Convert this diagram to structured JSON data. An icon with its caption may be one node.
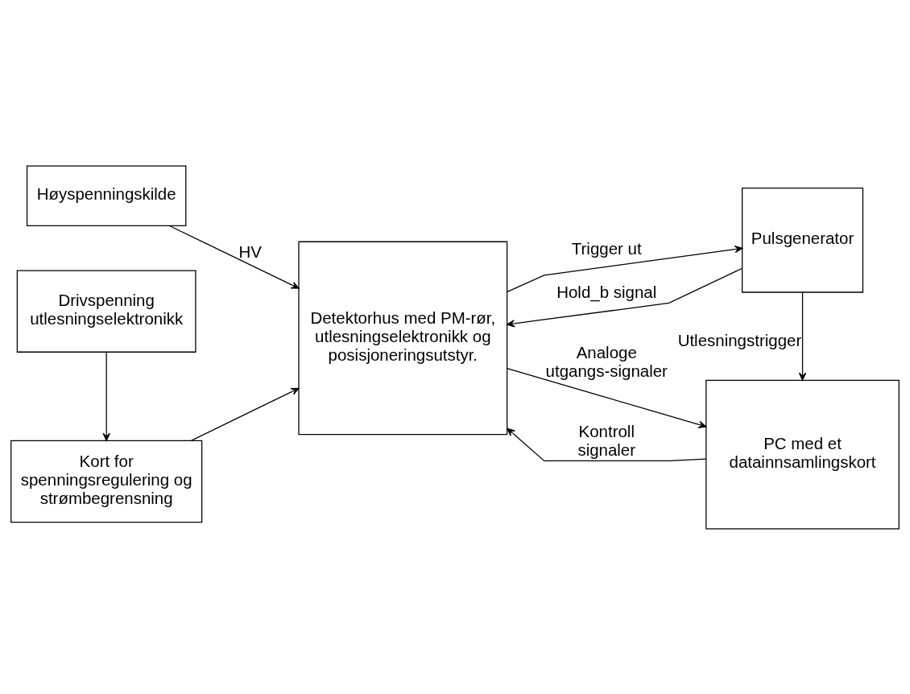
{
  "diagram": {
    "nodes": [
      {
        "text": [
          "Høyspenningskilde"
        ]
      },
      {
        "text": [
          "Drivspenning utlesningselektronikk"
        ]
      },
      {
        "text": [
          "Kort for spenningsregulering og strømbegrensning"
        ]
      },
      {
        "text": [
          "Detektorhus med PM-rør, utlesningselektronikk og posisjoneringsutstyr."
        ]
      },
      {
        "text": [
          "Pulsgenerator"
        ]
      },
      {
        "text": [
          "PC med et datainnsamlingskort"
        ]
      }
    ],
    "edges": [
      {
        "from": 0,
        "to": 3,
        "arrow": "to",
        "label": "HV"
      },
      {
        "from": 1,
        "to": 2,
        "arrow": "to"
      },
      {
        "from": 2,
        "to": 3,
        "arrow": "to"
      },
      {
        "from": 3,
        "to": 4,
        "arrow": "to",
        "label": "Trigger ut"
      },
      {
        "from": 4,
        "to": 3,
        "arrow": "to",
        "label": "Hold_b signal"
      },
      {
        "from": 3,
        "to": 5,
        "arrow": "to",
        "label": "Analoge utgangs-signaler"
      },
      {
        "from": 4,
        "to": 5,
        "arrow": "to",
        "label": "Utlesningstrigger"
      },
      {
        "from": 5,
        "to": 3,
        "arrow": "to",
        "label": "Kontroll signaler"
      }
    ]
  }
}
